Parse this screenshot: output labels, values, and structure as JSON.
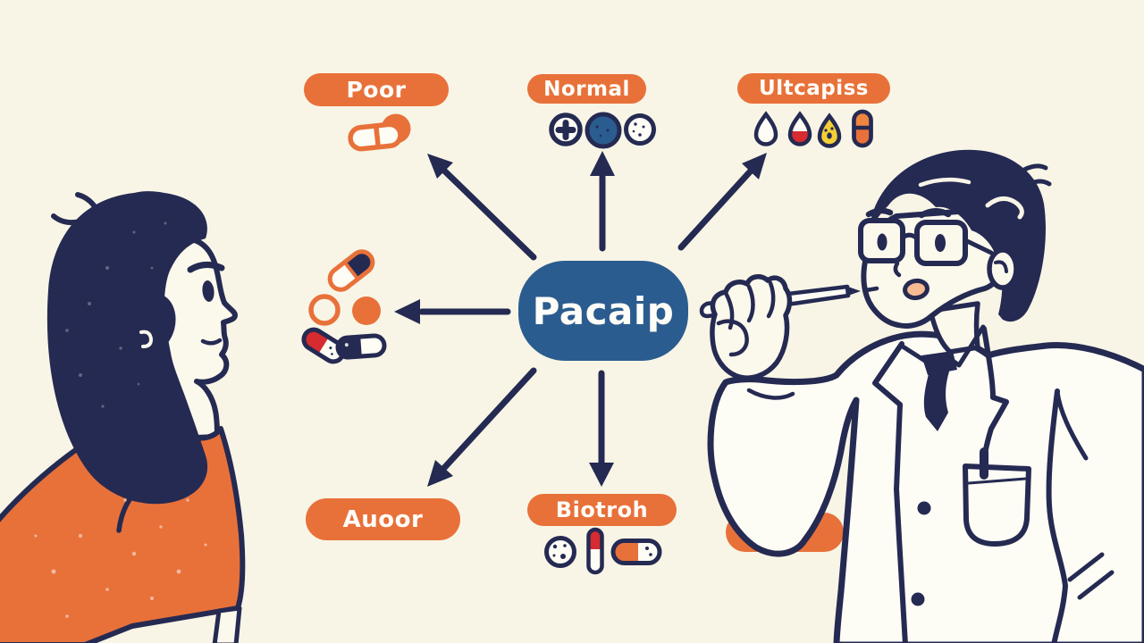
{
  "scene": {
    "description": "Flat illustration: doctor with pointer explaining a medication mind-map to a patient",
    "background_color": "#f8f5e6"
  },
  "palette": {
    "navy": "#252a52",
    "orange": "#e8713a",
    "node_blue": "#2b5c8f",
    "red": "#d62b30",
    "yellow": "#f3cf35",
    "cream": "#fdfcf5",
    "skin": "#fbf8ec"
  },
  "center_node": {
    "label": "Pacaip",
    "color": "#2b5c8f"
  },
  "branch_labels": {
    "top_left": "Poor",
    "top_center": "Normal",
    "top_right": "Ultcapiss",
    "bottom_left": "Auoor",
    "bottom_center": "Biotroh"
  },
  "branch_icons": {
    "poor": [
      "capsule-orange-outline",
      "orange-circle-tablet"
    ],
    "normal": [
      "tablet-plus-sign",
      "tablet-blue-filled",
      "tablet-speckled"
    ],
    "ultcapiss": [
      "softgel-white",
      "softgel-red-white",
      "softgel-yellow-face",
      "capsule-orange-vertical"
    ],
    "left_cluster": [
      "capsule-navy-white-tilted",
      "ring-tablet-orange",
      "orange-tablet-filled",
      "capsule-red-white-tilted",
      "capsule-navy-white-horizontal"
    ],
    "biotroh": [
      "tablet-speckled",
      "capsule-red-white-vertical",
      "capsule-orange-white-horizontal"
    ]
  },
  "figures": {
    "patient": "young man, dark hair, orange t-shirt, seen from behind-left",
    "doctor": "man with glasses, white lab coat, navy tie, holding pointer pen"
  }
}
